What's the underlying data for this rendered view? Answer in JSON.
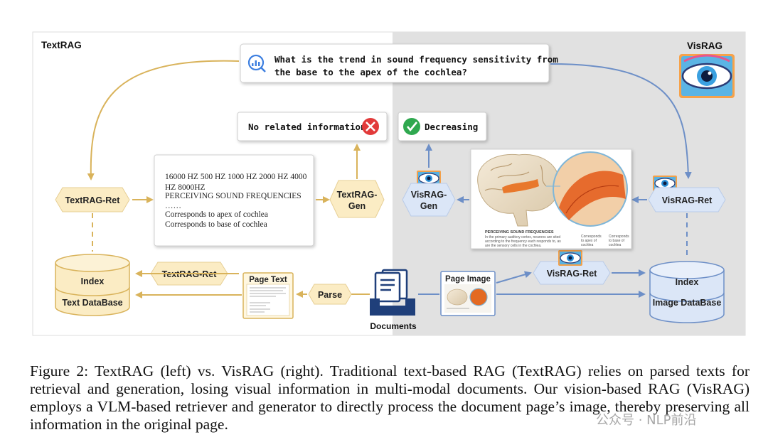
{
  "panels": {
    "left_title": "TextRAG",
    "right_title": "VisRAG"
  },
  "query": {
    "line1": "What is the trend in sound frequency sensitivity from",
    "line2": "the base to the apex of the cochlea?",
    "icon": "magnifier-chart-icon"
  },
  "answers": {
    "text_answer": "No related information",
    "text_answer_icon": "cross-icon",
    "vis_answer": "Decreasing",
    "vis_answer_icon": "check-icon"
  },
  "textrag": {
    "retriever_label": "TextRAG-Ret",
    "generator_label_line1": "TextRAG-",
    "generator_label_line2": "Gen",
    "retrieved_text": [
      "16000 HZ 500 HZ 1000 HZ 2000 HZ 4000",
      "HZ 8000HZ",
      "PERCEIVING SOUND FREQUENCIES",
      "……",
      "Corresponds to apex of cochlea",
      "Corresponds to base of cochlea"
    ],
    "db_top": "Index",
    "db_bottom": "Text DataBase",
    "bottom_ret_label": "TextRAG-Ret",
    "page_text_label": "Page Text",
    "parse_label": "Parse"
  },
  "visrag": {
    "retriever_label": "VisRAG-Ret",
    "generator_label_line1": "VisRAG-",
    "generator_label_line2": "Gen",
    "db_top": "Index",
    "db_bottom": "Image DataBase",
    "bottom_ret_label": "VisRAG-Ret",
    "page_image_label": "Page Image",
    "figure_caption_title": "PERCEIVING SOUND FREQUENCIES",
    "figure_caption_body": [
      "In the primary auditory cortex, neurons are sited",
      "according to the frequency each responds to, as",
      "are the sensory cells in the cochlea."
    ],
    "figure_label_apex": [
      "Corresponds",
      "to apex of",
      "cochlea"
    ],
    "figure_label_base": [
      "Corresponds",
      "to base of",
      "cochlea"
    ]
  },
  "documents_label": "Documents",
  "caption": "Figure 2:   TextRAG (left) vs.  VisRAG (right).  Traditional text-based RAG (TextRAG) relies on parsed texts for retrieval and generation, losing visual information in multi-modal documents. Our vision-based RAG (VisRAG) employs a VLM-based retriever and generator to directly process the document page’s image, thereby preserving all information in the original page.",
  "watermark": "公众号 · NLP前沿",
  "colors": {
    "gold": "#d9b35b",
    "gold_fill": "#fbecc4",
    "blue": "#6d8fc7",
    "blue_fill": "#dbe6f7",
    "gray_panel": "#e1e1e1"
  }
}
